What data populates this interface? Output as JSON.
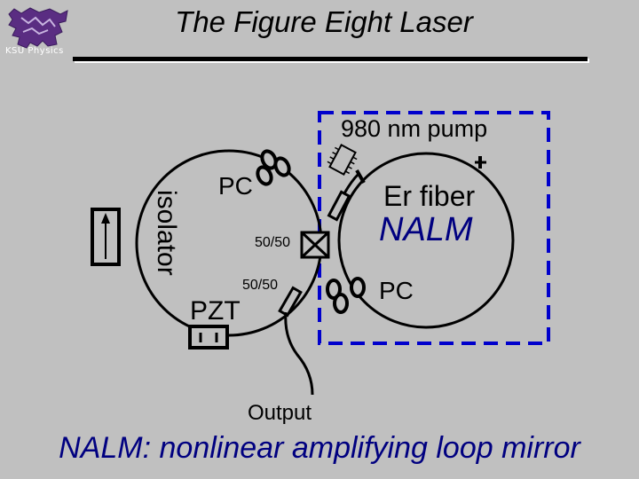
{
  "slide": {
    "title": "The Figure Eight Laser",
    "footer": "NALM: nonlinear amplifying loop mirror"
  },
  "logo": {
    "icon": "wildcat-icon",
    "caption": "KSU Physics",
    "color": "#5a2d82"
  },
  "diagram": {
    "labels": {
      "pump": "980 nm pump",
      "isolator": "isolator",
      "pc_left": "PC",
      "er_fiber": "Er fiber",
      "nalm": "NALM",
      "coupler_upper": "50/50",
      "coupler_lower": "50/50",
      "pc_right": "PC",
      "pzt": "PZT",
      "output": "Output"
    },
    "colors": {
      "line": "#000000",
      "nalm_box": "#0000cc",
      "nalm_text": "#000080",
      "background": "#c0c0c0"
    }
  }
}
